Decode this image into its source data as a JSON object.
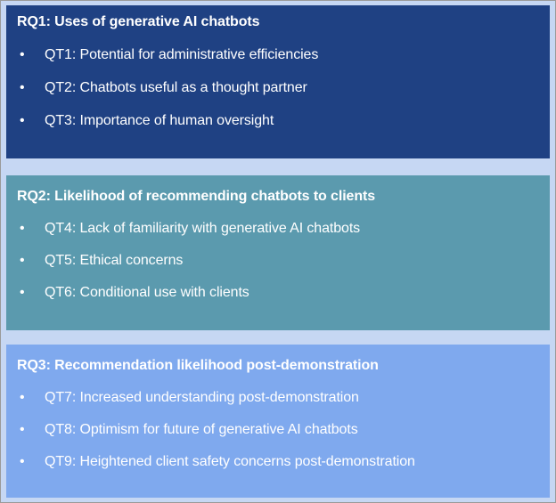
{
  "page": {
    "background_color": "#c6d7f3",
    "border_color": "#9a9a9a",
    "text_color": "#ffffff"
  },
  "blocks": [
    {
      "id": "rq1",
      "color": "#1f4183",
      "title": "RQ1: Uses of generative AI chatbots",
      "bullet_glyph": "•",
      "items": [
        {
          "code": "QT1",
          "label": "QT1: Potential for administrative efficiencies"
        },
        {
          "code": "QT2",
          "label": "QT2: Chatbots useful as a thought partner"
        },
        {
          "code": "QT3",
          "label": "QT3: Importance of human oversight"
        }
      ]
    },
    {
      "id": "rq2",
      "color": "#5b9aae",
      "title": "RQ2: Likelihood of recommending chatbots to clients",
      "bullet_glyph": "•",
      "items": [
        {
          "code": "QT4",
          "label": "QT4: Lack of familiarity with generative AI chatbots"
        },
        {
          "code": "QT5",
          "label": "QT5: Ethical concerns"
        },
        {
          "code": "QT6",
          "label": "QT6: Conditional use with clients"
        }
      ]
    },
    {
      "id": "rq3",
      "color": "#7fa9ee",
      "title": "RQ3: Recommendation likelihood post-demonstration",
      "bullet_glyph": "•",
      "items": [
        {
          "code": "QT7",
          "label": "QT7: Increased understanding post-demonstration"
        },
        {
          "code": "QT8",
          "label": "QT8: Optimism for future of generative AI chatbots"
        },
        {
          "code": "QT9",
          "label": "QT9: Heightened client safety concerns post-demonstration"
        }
      ]
    }
  ]
}
